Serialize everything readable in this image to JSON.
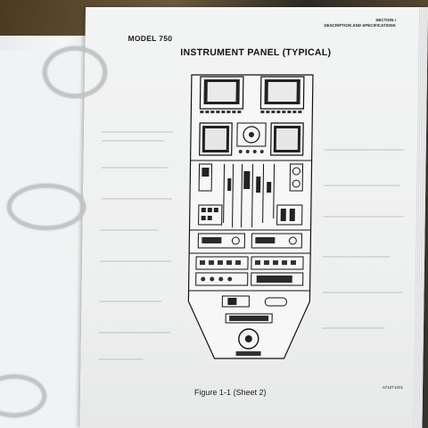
{
  "page": {
    "model": "MODEL 750",
    "section_line1": "SECTION I",
    "section_line2": "DESCRIPTION AND SPECIFICATIONS",
    "title": "INSTRUMENT PANEL (TYPICAL)",
    "caption": "Figure 1-1 (Sheet 2)",
    "figure_code": "6718T1001"
  },
  "colors": {
    "paper": "#efefef",
    "ink": "#1a1a1a",
    "ring_metal": "#c2c5c7"
  },
  "icons": [
    "binder-ring-icon",
    "instrument-panel-diagram"
  ]
}
